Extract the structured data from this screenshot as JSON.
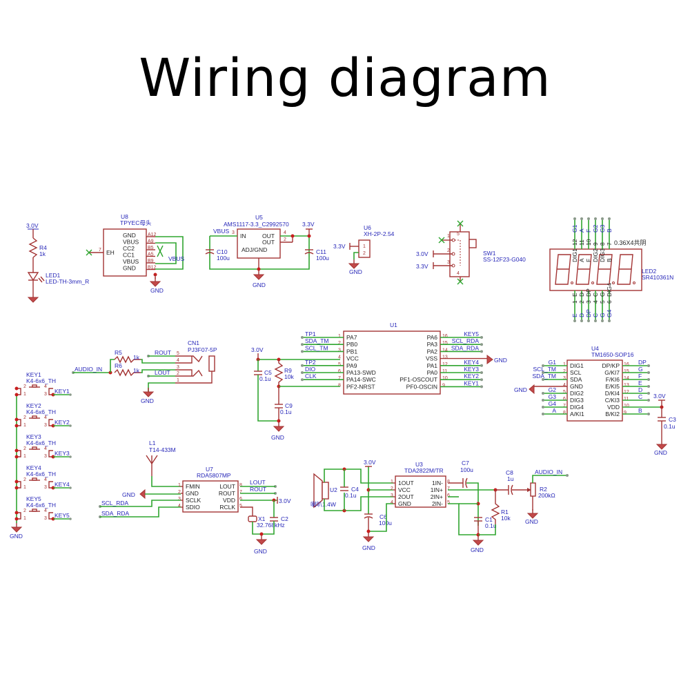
{
  "title": "Wiring diagram",
  "colors": {
    "wire": "#2fa52f",
    "component": "#a33333",
    "net_label": "#2626b8",
    "junction": "#c81e1e"
  },
  "power": {
    "v30": "3.0V",
    "v33": "3.3V",
    "gnd": "GND",
    "vbus": "VBUS"
  },
  "led1": {
    "r_ref": "R4",
    "r_val": "1k",
    "ref": "LED1",
    "part": "LED-TH-3mm_R"
  },
  "u8": {
    "ref": "U8",
    "part": "TPYEC母头",
    "pins_left": [
      "EH"
    ],
    "pin_left_num": "7",
    "pins": [
      "GND",
      "VBUS",
      "CC2",
      "CC1",
      "VBUS",
      "GND"
    ],
    "pin_nums": [
      "A12",
      "A9",
      "B5",
      "A5",
      "B9",
      "B12"
    ]
  },
  "u5": {
    "ref": "U5",
    "part": "AMS1117-3.3_C2992570",
    "in": "IN",
    "out1": "OUT",
    "out2": "OUT",
    "adj": "ADJ/GND",
    "pin_in": "3",
    "pin_out1": "4",
    "pin_out2": "2",
    "c10_ref": "C10",
    "c10_val": "100u",
    "c11_ref": "C11",
    "c11_val": "100u"
  },
  "u6": {
    "ref": "U6",
    "part": "XH-2P-2.54",
    "pins": [
      "1",
      "2"
    ]
  },
  "sw1": {
    "ref": "SW1",
    "part": "SS-12F23-G040",
    "pins": [
      "1",
      "2",
      "3",
      "4",
      "5"
    ]
  },
  "led2": {
    "ref": "LED2",
    "part": "SR410361N",
    "note": "0.36X4共阴",
    "top_nets": [
      "G1",
      "A",
      "F",
      "G2",
      "G3",
      "B"
    ],
    "top_pins": [
      "12",
      "11",
      "10",
      "9",
      "8",
      "7"
    ],
    "top_inner": [
      "DIG1",
      "A",
      "F",
      "DIG2",
      "DIG3",
      "B"
    ],
    "bot_nets": [
      "E",
      "D",
      "DP",
      "C",
      "G",
      "G4"
    ],
    "bot_pins": [
      "1",
      "2",
      "3",
      "4",
      "5",
      "6"
    ],
    "bot_inner": [
      "E",
      "D",
      "DP",
      "C",
      "G",
      "DIG4"
    ]
  },
  "cn1": {
    "ref": "CN1",
    "part": "PJ3F07-5P",
    "r5_ref": "R5",
    "r5_val": "1k",
    "r6_ref": "R6",
    "r6_val": "1k",
    "audio_in": "AUDIO_IN",
    "rout": "ROUT",
    "lout": "LOUT",
    "pins": [
      "5",
      "4",
      "3",
      "2",
      "1"
    ]
  },
  "u1": {
    "ref": "U1",
    "left": [
      {
        "net": "TP1",
        "pin": "PA7",
        "num": "1"
      },
      {
        "net": "SDA_TM",
        "pin": "PB0",
        "num": "2"
      },
      {
        "net": "SCL_TM",
        "pin": "PB1",
        "num": "3"
      },
      {
        "net": "",
        "pin": "VCC",
        "num": "4"
      },
      {
        "net": "TP2",
        "pin": "PA9",
        "num": "5"
      },
      {
        "net": "DIO",
        "pin": "PA13-SWD",
        "num": "6"
      },
      {
        "net": "CLK",
        "pin": "PA14-SWC",
        "num": "7"
      },
      {
        "net": "",
        "pin": "PF2-NRST",
        "num": "8"
      }
    ],
    "right": [
      {
        "net": "KEY5",
        "pin": "PA6",
        "num": "16"
      },
      {
        "net": "SCL_RDA",
        "pin": "PA3",
        "num": "15"
      },
      {
        "net": "SDA_RDA",
        "pin": "PA2",
        "num": "14"
      },
      {
        "net": "GND",
        "pin": "VSS",
        "num": "13"
      },
      {
        "net": "KEY4",
        "pin": "PA1",
        "num": "12"
      },
      {
        "net": "KEY3",
        "pin": "PA0",
        "num": "11"
      },
      {
        "net": "KEY2",
        "pin": "PF1-OSCOUT",
        "num": "10"
      },
      {
        "net": "KEY1",
        "pin": "PF0-OSCIN",
        "num": "9"
      }
    ],
    "c5_ref": "C5",
    "c5_val": "0.1u",
    "r9_ref": "R9",
    "r9_val": "10k",
    "c9_ref": "C9",
    "c9_val": "0.1u"
  },
  "u4": {
    "ref": "U4",
    "part": "TM1650-SOP16",
    "left": [
      {
        "net": "G1",
        "pin": "DIG1",
        "num": "1"
      },
      {
        "net": "SCL_TM",
        "pin": "SCL",
        "num": "2"
      },
      {
        "net": "SDA_TM",
        "pin": "SDA",
        "num": "3"
      },
      {
        "net": "GND",
        "pin": "GND",
        "num": "4"
      },
      {
        "net": "G2",
        "pin": "DIG2",
        "num": "5"
      },
      {
        "net": "G3",
        "pin": "DIG3",
        "num": "6"
      },
      {
        "net": "G4",
        "pin": "DIG4",
        "num": "7"
      },
      {
        "net": "A",
        "pin": "A/KI1",
        "num": "8"
      }
    ],
    "right": [
      {
        "net": "DP",
        "pin": "DP/KP",
        "num": "16"
      },
      {
        "net": "G",
        "pin": "G/KI7",
        "num": "15"
      },
      {
        "net": "F",
        "pin": "F/KI6",
        "num": "14"
      },
      {
        "net": "E",
        "pin": "E/KI5",
        "num": "13"
      },
      {
        "net": "D",
        "pin": "D/KI4",
        "num": "12"
      },
      {
        "net": "C",
        "pin": "C/KI3",
        "num": "11"
      },
      {
        "net": "3.0V",
        "pin": "VDD",
        "num": "10"
      },
      {
        "net": "B",
        "pin": "B/KI2",
        "num": "9"
      }
    ],
    "c3_ref": "C3",
    "c3_val": "0.1u"
  },
  "keys": [
    {
      "ref": "KEY1",
      "part": "K4-6x6_TH",
      "net": "KEY1"
    },
    {
      "ref": "KEY2",
      "part": "K4-6x6_TH",
      "net": "KEY2"
    },
    {
      "ref": "KEY3",
      "part": "K4-6x6_TH",
      "net": "KEY3"
    },
    {
      "ref": "KEY4",
      "part": "K4-6x6_TH",
      "net": "KEY4"
    },
    {
      "ref": "KEY5",
      "part": "K4-6x6_TH",
      "net": "KEY5"
    }
  ],
  "key_pins": [
    "2",
    "4",
    "1",
    "3"
  ],
  "u7": {
    "ref": "U7",
    "part": "RDA5807MP",
    "l1_ref": "L1",
    "l1_part": "T14-433M",
    "left": [
      {
        "pin": "FMIN",
        "num": "1"
      },
      {
        "pin": "GND",
        "num": "2"
      },
      {
        "pin": "SCLK",
        "num": "3"
      },
      {
        "pin": "SDIO",
        "num": "4"
      }
    ],
    "right": [
      {
        "pin": "LOUT",
        "num": "8"
      },
      {
        "pin": "ROUT",
        "num": "7"
      },
      {
        "pin": "VDD",
        "num": "6"
      },
      {
        "pin": "RCLK",
        "num": "5"
      }
    ],
    "scl": "SCL_RDA",
    "sda": "SDA_RDA",
    "lout": "LOUT",
    "rout": "ROUT",
    "x1_ref": "X1",
    "x1_val": "32.768kHz",
    "c2_ref": "C2"
  },
  "u3": {
    "ref": "U3",
    "part": "TDA2822M/TR",
    "left": [
      {
        "pin": "1OUT",
        "num": "1"
      },
      {
        "pin": "VCC",
        "num": "2"
      },
      {
        "pin": "2OUT",
        "num": "3"
      },
      {
        "pin": "GND",
        "num": "4"
      }
    ],
    "right": [
      {
        "pin": "1IN-",
        "num": "8"
      },
      {
        "pin": "1IN+",
        "num": "7"
      },
      {
        "pin": "2IN+",
        "num": "6"
      },
      {
        "pin": "2IN-",
        "num": "5"
      }
    ],
    "u2_ref": "U2",
    "u2_part": "喇叭1.4W",
    "c4_ref": "C4",
    "c4_val": "0.1u",
    "c6_ref": "C6",
    "c6_val": "100u",
    "c7_ref": "C7",
    "c7_val": "100u",
    "c8_ref": "C8",
    "c8_val": "1u",
    "c1_ref": "C1",
    "c1_val": "0.1u",
    "r1_ref": "R1",
    "r1_val": "10k",
    "r2_ref": "R2",
    "r2_val": "200kΩ",
    "audio_in": "AUDIO_IN"
  }
}
